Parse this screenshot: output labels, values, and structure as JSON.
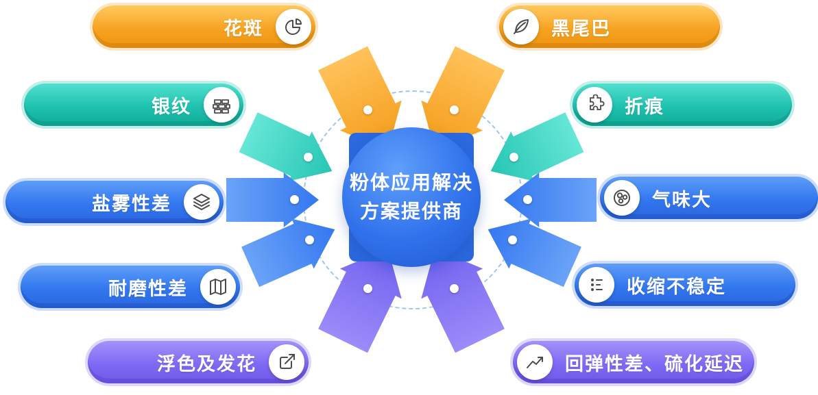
{
  "center": {
    "line1": "粉体应用解决",
    "line2": "方案提供商"
  },
  "nodes": [
    {
      "label": "花斑",
      "icon": "pie-chart-icon",
      "theme": "orange",
      "side": "left"
    },
    {
      "label": "黑尾巴",
      "icon": "leaf-icon",
      "theme": "orange",
      "side": "right"
    },
    {
      "label": "银纹",
      "icon": "bricks-icon",
      "theme": "teal",
      "side": "left"
    },
    {
      "label": "折痕",
      "icon": "puzzle-icon",
      "theme": "teal",
      "side": "right"
    },
    {
      "label": "盐雾性差",
      "icon": "layers-icon",
      "theme": "blue",
      "side": "left"
    },
    {
      "label": "气味大",
      "icon": "bubbles-icon",
      "theme": "blue",
      "side": "right"
    },
    {
      "label": "耐磨性差",
      "icon": "map-icon",
      "theme": "blue",
      "side": "left"
    },
    {
      "label": "收缩不稳定",
      "icon": "shrink-icon",
      "theme": "blue",
      "side": "right"
    },
    {
      "label": "浮色及发花",
      "icon": "arrow-box-icon",
      "theme": "purple",
      "side": "left"
    },
    {
      "label": "回弹性差、硫化延迟",
      "icon": "trend-line-icon",
      "theme": "purple",
      "side": "right"
    }
  ],
  "colors": {
    "orange": "#F49C18",
    "teal": "#1FC1AF",
    "blue": "#3277EF",
    "purple": "#7E6AF3",
    "center_blue": "#2C68DE",
    "icon_stroke": "#4A4A4A"
  }
}
